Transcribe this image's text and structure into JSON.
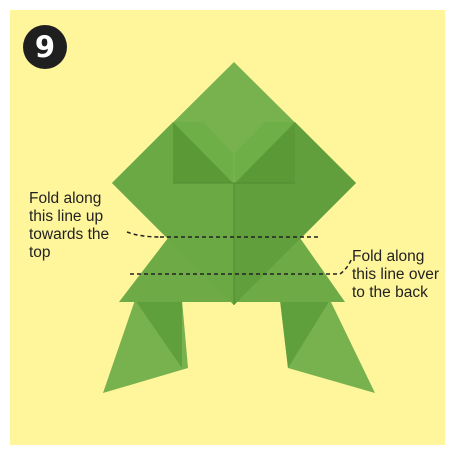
{
  "step_number": "9",
  "labels": {
    "fold_up": "Fold along\nthis line up\ntowards the\ntop",
    "fold_back": "Fold along\nthis line over\nto the back"
  },
  "colors": {
    "background": "#fff59a",
    "paper_dark": "#5fa03c",
    "paper_light": "#77b24f",
    "badge": "#1f1f1f"
  }
}
